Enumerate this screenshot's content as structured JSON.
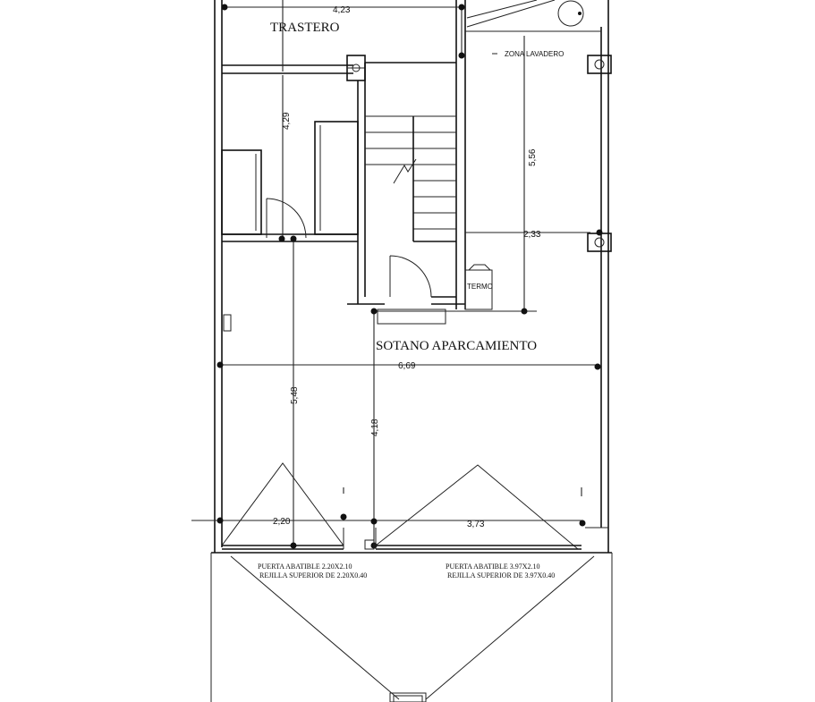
{
  "rooms": {
    "trastero": "TRASTERO",
    "zona_lavadero": "ZONA LAVADERO",
    "termo": "TERMO",
    "sotano": "SOTANO APARCAMIENTO"
  },
  "dimensions": {
    "top_width": "4,23",
    "left_upper": "4,29",
    "right_upper": "5,56",
    "right_mid": "2,33",
    "horizontal_main": "6,69",
    "left_lower": "5,48",
    "center_lower": "4,18",
    "door_left_width": "2,20",
    "door_right_width": "3,73"
  },
  "notes": {
    "door_left_line1": "PUERTA ABATIBLE 2.20X2.10",
    "door_left_line2": "REJILLA SUPERIOR DE 2.20X0.40",
    "door_right_line1": "PUERTA ABATIBLE 3.97X2.10",
    "door_right_line2": "REJILLA SUPERIOR DE 3.97X0.40"
  }
}
